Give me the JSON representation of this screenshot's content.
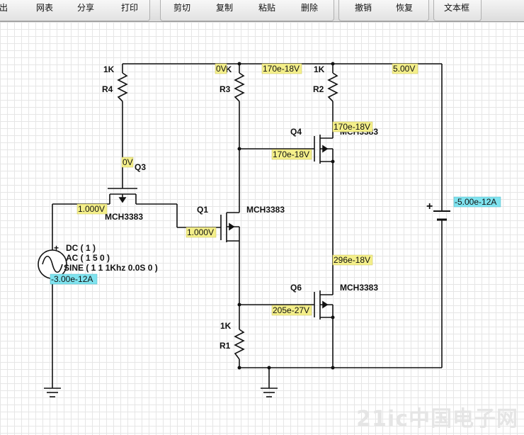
{
  "toolbar": {
    "group1": [
      "出",
      "网表",
      "分享",
      "打印"
    ],
    "group2": [
      "剪切",
      "复制",
      "粘贴",
      "删除"
    ],
    "group3": [
      "撤销",
      "恢复"
    ],
    "group4": [
      "文本框"
    ]
  },
  "components": {
    "R4": {
      "name": "R4",
      "value": "1K"
    },
    "R3": {
      "name": "R3",
      "value": "1K"
    },
    "R2": {
      "name": "R2",
      "value": "1K"
    },
    "R1": {
      "name": "R1",
      "value": "1K"
    },
    "Q1": {
      "name": "Q1",
      "model": "MCH3383"
    },
    "Q3": {
      "name": "Q3",
      "model": "MCH3383"
    },
    "Q4": {
      "name": "Q4",
      "model": "MCH3383"
    },
    "Q6": {
      "name": "Q6",
      "model": "MCH3383"
    },
    "source": {
      "plus": "+",
      "dc": "DC ( 1 )",
      "ac": "AC ( 1 5 0 )",
      "sine": "SINE ( 1 1 1Khz 0.0S 0 )"
    },
    "battery": {
      "plus": "+"
    }
  },
  "probes": {
    "top_left": "0V",
    "top_r3": "170e-18V",
    "top_right": "5.00V",
    "q3_source": "0V",
    "q3_gate": "1.000V",
    "q1_gate": "1.000V",
    "q4_node": "170e-18V",
    "q4_gate": "170e-18V",
    "q6_drain": "296e-18V",
    "q6_gate": "205e-27V",
    "battery_current": "-5.00e-12A",
    "source_current": "-3.00e-12A"
  },
  "watermark": "21ic中国电子网"
}
